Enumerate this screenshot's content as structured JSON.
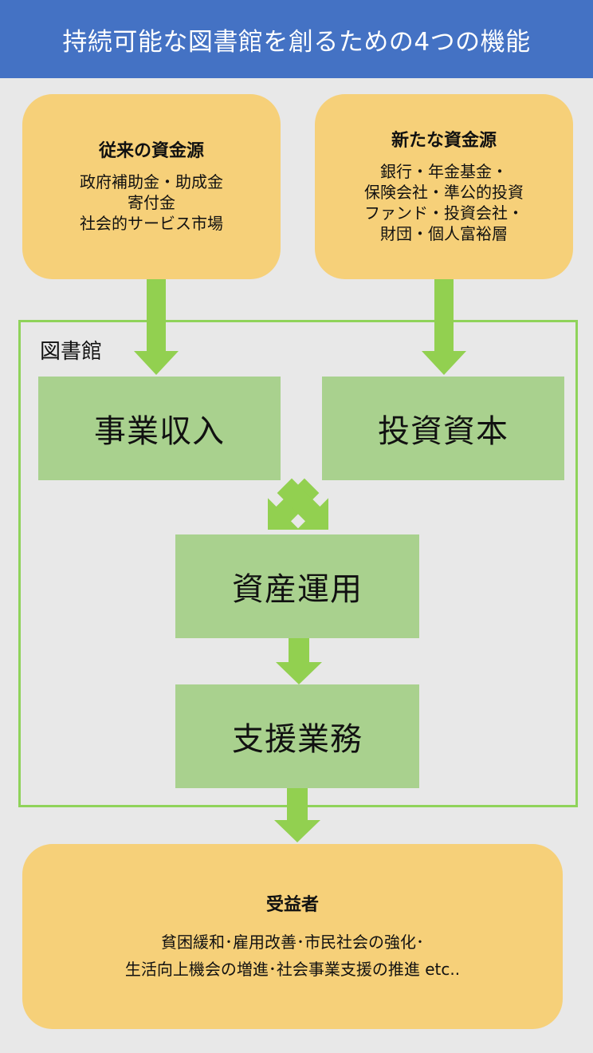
{
  "header": {
    "title": "持続可能な図書館を創るための4つの機能"
  },
  "sources": {
    "traditional": {
      "title": "従来の資金源",
      "lines": [
        "政府補助金・助成金",
        "寄付金",
        "社会的サービス市場"
      ]
    },
    "new": {
      "title": "新たな資金源",
      "lines": [
        "銀行・年金基金・",
        "保険会社・準公的投資",
        "ファンド・投資会社・",
        "財団・個人富裕層"
      ]
    }
  },
  "library": {
    "label": "図書館",
    "business_income": "事業収入",
    "investment_capital": "投資資本",
    "asset_management": "資産運用",
    "support_operations": "支援業務"
  },
  "beneficiary": {
    "title": "受益者",
    "lines": [
      "貧困緩和･雇用改善･市民社会の強化･",
      "生活向上機会の増進･社会事業支援の推進 etc.."
    ]
  },
  "colors": {
    "header": "#4472c4",
    "source_fill": "#f6d079",
    "box_fill": "#a9d18e",
    "arrow": "#92d050",
    "frame_border": "#8fd35a"
  }
}
